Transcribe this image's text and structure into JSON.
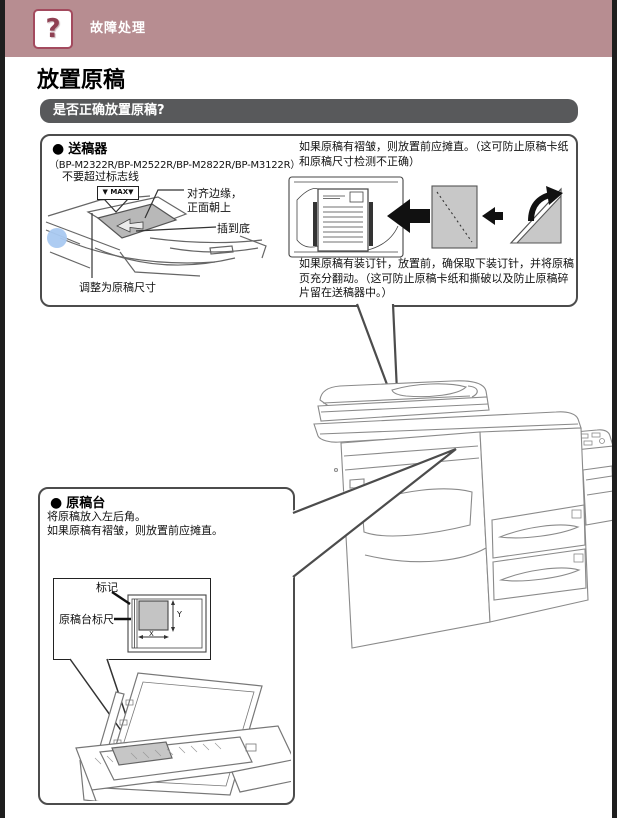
{
  "header": {
    "icon_glyph": "?",
    "label": "故障处理"
  },
  "title": "放置原稿",
  "question_bar": "是否正确放置原稿?",
  "feeder_box": {
    "bullet": "●",
    "heading": "送稿器",
    "models": "（BP-M2322R/BP-M2522R/BP-M2822R/BP-M3122R）",
    "labels": {
      "max_line": "不要超过标志线",
      "max_tag": "▼ MAX▼",
      "align_edge_line1": "对齐边缘，",
      "align_edge_line2": "正面朝上",
      "insert_depth": "插到底",
      "adjust_size": "调整为原稿尺寸"
    },
    "note_wrinkle": "如果原稿有褶皱，则放置前应摊直。（这可防止原稿卡纸和原稿尺寸检测不正确）",
    "note_staple": "如果原稿有装订针，放置前，确保取下装订针，并将原稿页充分翻动。（这可防止原稿卡纸和撕破以及防止原稿碎片留在送稿器中。）"
  },
  "platen_box": {
    "bullet": "●",
    "heading": "原稿台",
    "line1": "将原稿放入左后角。",
    "line2": "如果原稿有褶皱，则放置前应摊直。",
    "labels": {
      "mark": "标记",
      "scale": "原稿台标尺",
      "axis_y": "Y",
      "axis_x": "X"
    }
  },
  "colors": {
    "header_band": "#b78d91",
    "icon_question": "#8f4153",
    "question_bar_bg": "#58595b",
    "callout_border": "#4c4c4c",
    "accent_blue_dot": "#a9c9f1",
    "paper_gray": "#c8c8c8",
    "printer_line_gray": "#8a8a8a",
    "page_edge": "#1e1e1e"
  }
}
